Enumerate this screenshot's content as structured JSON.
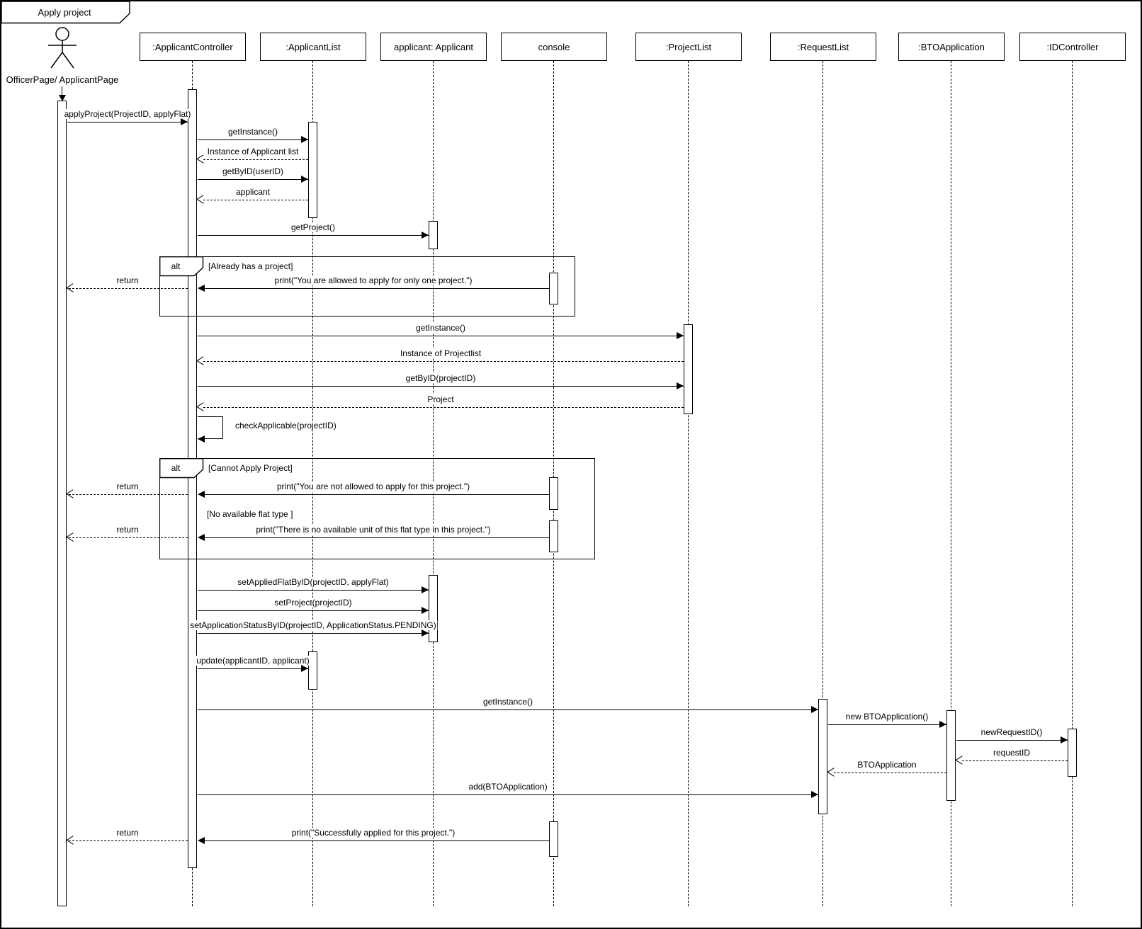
{
  "frame": {
    "title": "Apply project"
  },
  "actor": {
    "name": "OfficerPage/ ApplicantPage"
  },
  "lifelines": [
    {
      "name": ":ApplicantController"
    },
    {
      "name": ":ApplicantList"
    },
    {
      "name": "applicant: Applicant"
    },
    {
      "name": "console"
    },
    {
      "name": ":ProjectList"
    },
    {
      "name": ":RequestList"
    },
    {
      "name": ":BTOApplication"
    },
    {
      "name": ":IDController"
    }
  ],
  "fragments": [
    {
      "operator": "alt",
      "guards": [
        "[Already has a project]"
      ]
    },
    {
      "operator": "alt",
      "guards": [
        "[Cannot Apply Project]",
        "[No available flat type ]"
      ]
    }
  ],
  "messages": [
    {
      "label": "applyProject(ProjectID, applyFlat)",
      "from": "OfficerPage/ ApplicantPage",
      "to": ":ApplicantController",
      "kind": "sync"
    },
    {
      "label": "getInstance()",
      "from": ":ApplicantController",
      "to": ":ApplicantList",
      "kind": "sync"
    },
    {
      "label": "Instance of Applicant list",
      "from": ":ApplicantList",
      "to": ":ApplicantController",
      "kind": "return"
    },
    {
      "label": "getByID(userID)",
      "from": ":ApplicantController",
      "to": ":ApplicantList",
      "kind": "sync"
    },
    {
      "label": "applicant",
      "from": ":ApplicantList",
      "to": ":ApplicantController",
      "kind": "return"
    },
    {
      "label": "getProject()",
      "from": ":ApplicantController",
      "to": "applicant: Applicant",
      "kind": "sync"
    },
    {
      "label": "print(\"You are allowed to apply for only one project.\")",
      "from": "console",
      "to": ":ApplicantController",
      "kind": "sync"
    },
    {
      "label": "return",
      "from": ":ApplicantController",
      "to": "OfficerPage/ ApplicantPage",
      "kind": "return"
    },
    {
      "label": "getInstance()",
      "from": ":ApplicantController",
      "to": ":ProjectList",
      "kind": "sync"
    },
    {
      "label": "Instance of Projectlist",
      "from": ":ProjectList",
      "to": ":ApplicantController",
      "kind": "return"
    },
    {
      "label": "getByID(projectID)",
      "from": ":ApplicantController",
      "to": ":ProjectList",
      "kind": "sync"
    },
    {
      "label": "Project",
      "from": ":ProjectList",
      "to": ":ApplicantController",
      "kind": "return"
    },
    {
      "label": "checkApplicable(projectID)",
      "from": ":ApplicantController",
      "to": ":ApplicantController",
      "kind": "self"
    },
    {
      "label": "print(\"You are not allowed to apply for this project.\")",
      "from": "console",
      "to": ":ApplicantController",
      "kind": "sync"
    },
    {
      "label": "return",
      "from": ":ApplicantController",
      "to": "OfficerPage/ ApplicantPage",
      "kind": "return"
    },
    {
      "label": "print(\"There is no available unit of this flat type in this project.\")",
      "from": "console",
      "to": ":ApplicantController",
      "kind": "sync"
    },
    {
      "label": "return",
      "from": ":ApplicantController",
      "to": "OfficerPage/ ApplicantPage",
      "kind": "return"
    },
    {
      "label": "setAppliedFlatByID(projectID, applyFlat)",
      "from": ":ApplicantController",
      "to": "applicant: Applicant",
      "kind": "sync"
    },
    {
      "label": "setProject(projectID)",
      "from": ":ApplicantController",
      "to": "applicant: Applicant",
      "kind": "sync"
    },
    {
      "label": "setApplicationStatusByID(projectID, ApplicationStatus.PENDING)",
      "from": ":ApplicantController",
      "to": "applicant: Applicant",
      "kind": "sync"
    },
    {
      "label": "update(applicantID, applicant)",
      "from": ":ApplicantController",
      "to": ":ApplicantList",
      "kind": "sync"
    },
    {
      "label": "getInstance()",
      "from": ":ApplicantController",
      "to": ":RequestList",
      "kind": "sync"
    },
    {
      "label": "new BTOApplication()",
      "from": ":RequestList",
      "to": ":BTOApplication",
      "kind": "sync"
    },
    {
      "label": "newRequestID()",
      "from": ":BTOApplication",
      "to": ":IDController",
      "kind": "sync"
    },
    {
      "label": "requestID",
      "from": ":IDController",
      "to": ":BTOApplication",
      "kind": "return"
    },
    {
      "label": "BTOApplication",
      "from": ":BTOApplication",
      "to": ":RequestList",
      "kind": "return"
    },
    {
      "label": "add(BTOApplication)",
      "from": ":ApplicantController",
      "to": ":RequestList",
      "kind": "sync"
    },
    {
      "label": "print(\"Successfully applied for this project.\")",
      "from": "console",
      "to": ":ApplicantController",
      "kind": "sync"
    },
    {
      "label": "return",
      "from": ":ApplicantController",
      "to": "OfficerPage/ ApplicantPage",
      "kind": "return"
    }
  ],
  "colors": {
    "line": "#000000",
    "background": "#ffffff"
  }
}
